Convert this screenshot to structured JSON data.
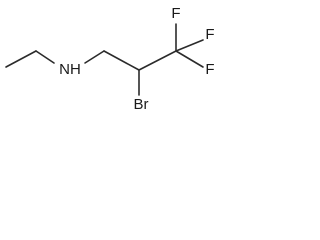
{
  "molecule": {
    "atoms": {
      "nitrogen_h": "NH",
      "bromine": "Br",
      "fluorine_top": "F",
      "fluorine_right": "F",
      "fluorine_bottom": "F"
    }
  }
}
